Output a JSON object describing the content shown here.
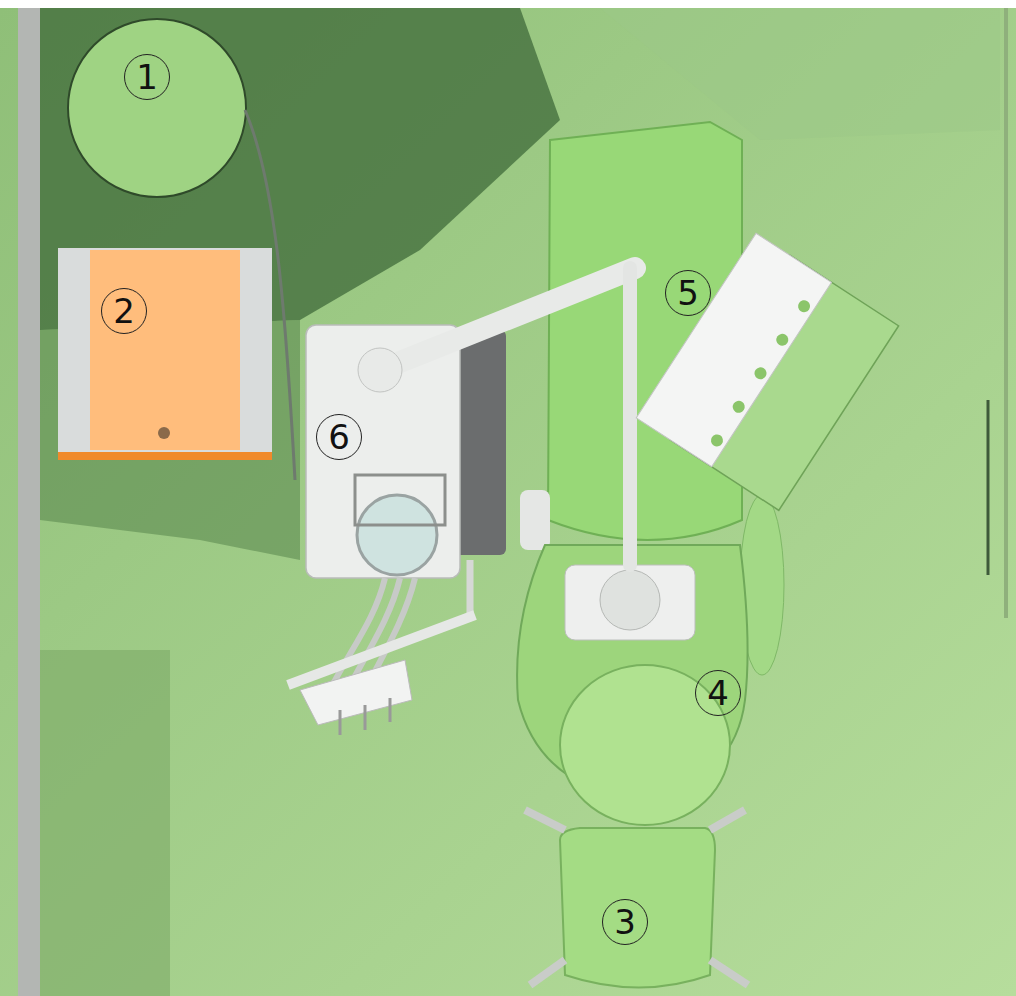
{
  "diagram": {
    "labels": [
      "1",
      "2",
      "6",
      "5",
      "4",
      "3"
    ]
  }
}
